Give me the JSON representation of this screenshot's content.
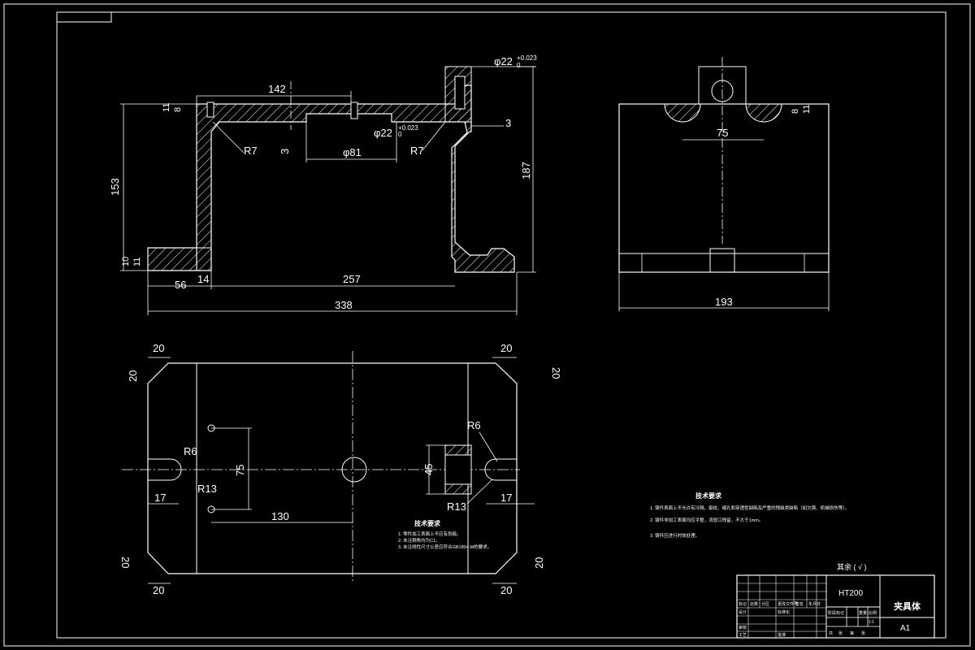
{
  "top_view": {
    "dims": {
      "d142": "142",
      "d11": "11",
      "d8": "8",
      "r7_left": "R7",
      "r7_right": "R7",
      "d3_mid": "3",
      "d3_right": "3",
      "phi81": "φ81",
      "phi22_top": "φ22",
      "phi22_top_tol": "+0.023",
      "phi22_top_tol0": "0",
      "phi22_mid": "φ22",
      "phi22_mid_tol": "+0.023",
      "phi22_mid_tol0": "0",
      "d153": "153",
      "d187": "187",
      "d10": "10",
      "d11b": "11",
      "d56": "56",
      "d14": "14",
      "d257": "257",
      "d338": "338"
    }
  },
  "side_view": {
    "dims": {
      "d75": "75",
      "d8": "8",
      "d11": "11",
      "d193": "193"
    }
  },
  "bottom_view": {
    "dims": {
      "d20_tl_h": "20",
      "d20_tl_v": "20",
      "d20_tr_h": "20",
      "d20_tr_v": "20",
      "d20_bl_h": "20",
      "d20_bl_v": "20",
      "d20_br_h": "20",
      "d20_br_v": "20",
      "r6_left": "R6",
      "r13_left": "R13",
      "r6_right": "R6",
      "r13_right": "R13",
      "d75": "75",
      "d45": "45",
      "d17_left": "17",
      "d17_right": "17",
      "d130": "130"
    }
  },
  "notes_small": {
    "heading": "技术要求",
    "items": [
      "1. 零件加工表面上不应有划痕。",
      "2. 未注倒角均为C1。",
      "3. 未注线性尺寸公差应符合GB1804-M的要求。"
    ]
  },
  "notes_large": {
    "heading": "技术要求",
    "items": [
      "1. 铸件表面上不允许有冷隔、裂纹、缩孔和穿透性缺陷及严重的残缺类缺陷（如欠铸、机械损伤等）。",
      "2. 铸件非加工表面均应平整，浇冒口残留，不大于1mm。",
      "3. 铸件应进行时效处理。"
    ]
  },
  "surface_note": "其余 ( √ )",
  "title_block": {
    "material": "HT200",
    "part_name": "夹具体",
    "sheet": "A1",
    "scale": "1:1",
    "rows": [
      "标记",
      "处数",
      "分区",
      "更改文件号",
      "签名",
      "年月日",
      "设计",
      "标准化",
      "审核",
      "工艺",
      "批准"
    ],
    "header_cols": [
      "阶段标记",
      "重量",
      "比例"
    ],
    "footer": [
      "共",
      "张",
      "第",
      "张"
    ]
  }
}
